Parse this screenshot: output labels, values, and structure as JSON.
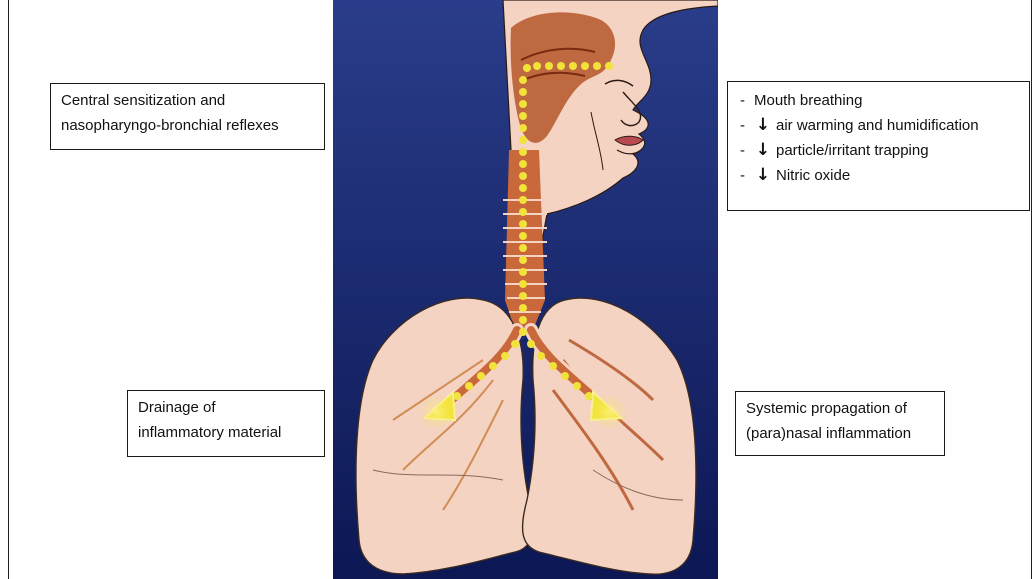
{
  "labels": {
    "top_left": [
      "Central sensitization and",
      "nasopharyngo-bronchial reflexes"
    ],
    "top_right": [
      {
        "prefix": "-",
        "arrow": "",
        "text": "Mouth breathing"
      },
      {
        "prefix": "-",
        "arrow": "↓",
        "text": "air warming and humidification"
      },
      {
        "prefix": "-",
        "arrow": "↓",
        "text": "particle/irritant trapping"
      },
      {
        "prefix": "-",
        "arrow": "↓",
        "text": "Nitric oxide"
      }
    ],
    "bottom_left": [
      "Drainage of",
      "inflammatory material"
    ],
    "bottom_right": [
      "Systemic propagation of",
      "(para)nasal inflammation"
    ]
  },
  "colors": {
    "background_top": "#2a3d8a",
    "background_bottom": "#0c1754",
    "skin": "#f4d3c2",
    "airway": "#b5562a",
    "dots": "#f2e33a"
  }
}
